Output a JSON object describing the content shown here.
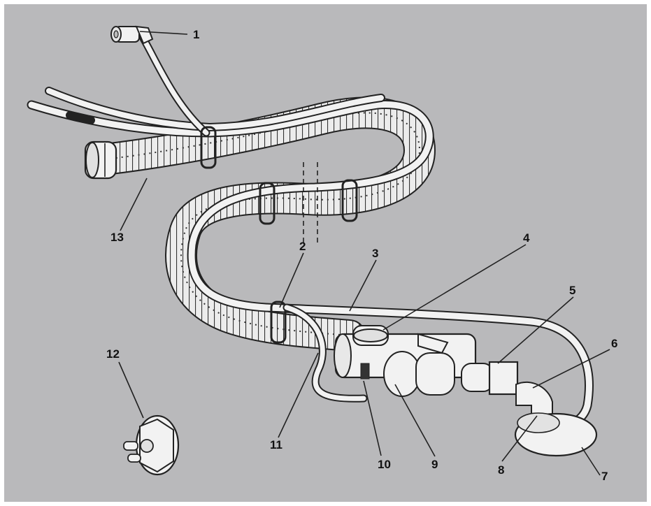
{
  "colors": {
    "background": "#b9b9bb",
    "frame": "#ffffff",
    "tube_fill": "#f2f2f2",
    "outline": "#222222"
  },
  "labels": {
    "l1": "1",
    "l2": "2",
    "l3": "3",
    "l4": "4",
    "l5": "5",
    "l6": "6",
    "l7": "7",
    "l8": "8",
    "l9": "9",
    "l10": "10",
    "l11": "11",
    "l12": "12",
    "l13": "13"
  }
}
